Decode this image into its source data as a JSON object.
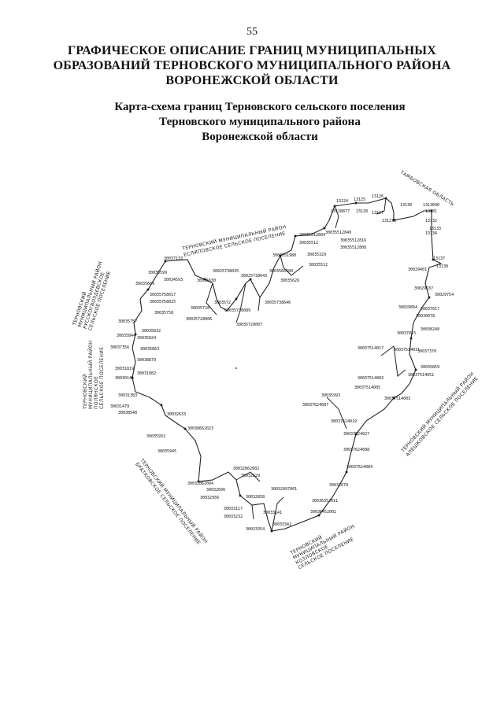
{
  "page_number": "55",
  "heading": [
    "ГРАФИЧЕСКОЕ ОПИСАНИЕ ГРАНИЦ МУНИЦИПАЛЬНЫХ",
    "ОБРАЗОВАНИЙ ТЕРНОВСКОГО МУНИЦИПАЛЬНОГО РАЙОНА",
    "ВОРОНЕЖСКОЙ ОБЛАСТИ"
  ],
  "subheading": [
    "Карта-схема границ Терновского сельского поселения",
    "Терновского муниципального района",
    "Воронежской области"
  ],
  "neighbors": [
    {
      "id": "tambov",
      "lines": [
        "ТАМБОВСКАЯ ОБЛАСТЬ"
      ]
    },
    {
      "id": "eslipovskoe",
      "lines": [
        "ТЕРНОВСКИЙ МУНИЦИПАЛЬНЫЙ РАЙОН",
        "ЕСЛИПОВСКОЕ СЕЛЬСКОЕ ПОСЕЛЕНИЕ"
      ]
    },
    {
      "id": "russko-gvozdevskoe",
      "lines": [
        "ТЕРНОВСКИЙ",
        "МУНИЦИПАЛЬНЫЙ РАЙОН",
        "РУССКОГВОЗДЕВСКОЕ",
        "СЕЛЬСКОЕ ПОСЕЛЕНИЕ"
      ]
    },
    {
      "id": "polyana",
      "lines": [
        "ТЕРНОВСКИЙ",
        "МУНИЦИПАЛЬНЫЙ РАЙОН",
        "ПОЛЯНСКОЕ",
        "СЕЛЬСКОЕ ПОСЕЛЕНИЕ"
      ]
    },
    {
      "id": "alyoshkovskoe",
      "lines": [
        "ТЕРНОВСКИЙ МУНИЦИПАЛЬНЫЙ РАЙОН",
        "АЛЕШКОВСКОЕ СЕЛЬСКОЕ ПОСЕЛЕНИЕ"
      ]
    },
    {
      "id": "bratkovskoe",
      "lines": [
        "ТЕРНОВСКИЙ МУНИЦИПАЛЬНЫЙ РАЙОН",
        "БРАТКОВСКОЕ СЕЛЬСКОЕ ПОСЕЛЕНИЕ"
      ]
    },
    {
      "id": "kozlovskoe",
      "lines": [
        "ТЕРНОВСКИЙ",
        "МУНИЦИПАЛЬНЫЙ РАЙОН",
        "КОЗЛОВСКОЕ",
        "СЕЛЬСКОЕ ПОСЕЛЕНИЕ"
      ]
    }
  ],
  "points": [
    "13124",
    "13125",
    "13126",
    "13128877",
    "13128",
    "13127",
    "131270",
    "13130",
    "1313600",
    "13131",
    "13132",
    "13133",
    "13134",
    "13137",
    "13138",
    "30035512804",
    "30035512849",
    "30035512816",
    "30035512808",
    "30035512",
    "3003551980",
    "30035329",
    "30035512",
    "3003566500",
    "30035626",
    "30035738646",
    "30025738643",
    "30025738035",
    "30035630",
    "3003572",
    "30035728",
    "30035728006",
    "30035738089",
    "30035728007",
    "30037133",
    "30035599",
    "30034593",
    "30035669",
    "30035758017",
    "30035758025",
    "30035758",
    "30035757",
    "30035844",
    "30035824",
    "30035832",
    "30035863",
    "30037356",
    "30038879",
    "30031819",
    "30031082",
    "30030141",
    "30031383",
    "30031479",
    "30038548",
    "30032633",
    "30038662023",
    "30035932",
    "30035945",
    "30032862002",
    "30032629",
    "30032862004",
    "30032696",
    "30032956",
    "30032858",
    "30033117",
    "30033232",
    "30032997001",
    "30033141",
    "30033342",
    "30033354",
    "30032670",
    "30036352011",
    "30036452002",
    "30037624084",
    "30037624088",
    "30037624027",
    "30037624019",
    "30037624087",
    "30035993",
    "30037514005",
    "30037514003",
    "30037514017",
    "30037514031",
    "30037514083",
    "30037370",
    "30035859",
    "30037514051",
    "30037015",
    "30038248",
    "30037017",
    "30030078",
    "30029894",
    "30029637",
    "30029754",
    "30029401"
  ],
  "colors": {
    "line": "#222222",
    "text": "#111111",
    "background": "#ffffff"
  }
}
